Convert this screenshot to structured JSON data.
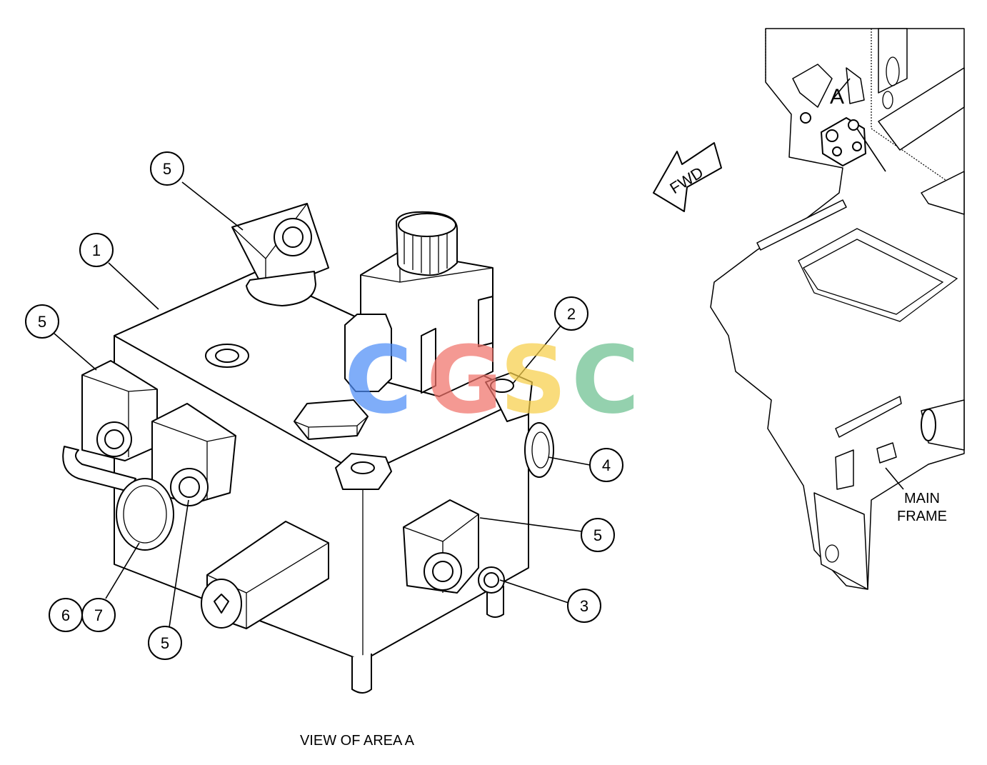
{
  "caption": "VIEW OF AREA A",
  "area_label": "A",
  "fwd_label": "FWD",
  "main_frame_label": [
    "MAIN",
    "FRAME"
  ],
  "watermark": {
    "letters": [
      "C",
      "G",
      "S",
      "C"
    ],
    "colors": [
      "#4f8ef7",
      "#f0726a",
      "#f7cf4a",
      "#6cc08f"
    ]
  },
  "callouts": [
    {
      "id": "callout-5-top",
      "text": "5"
    },
    {
      "id": "callout-1",
      "text": "1"
    },
    {
      "id": "callout-5-left",
      "text": "5"
    },
    {
      "id": "callout-2",
      "text": "2"
    },
    {
      "id": "callout-4",
      "text": "4"
    },
    {
      "id": "callout-5-right",
      "text": "5"
    },
    {
      "id": "callout-3",
      "text": "3"
    },
    {
      "id": "callout-6",
      "text": "6"
    },
    {
      "id": "callout-7",
      "text": "7"
    },
    {
      "id": "callout-5-bottom",
      "text": "5"
    }
  ]
}
